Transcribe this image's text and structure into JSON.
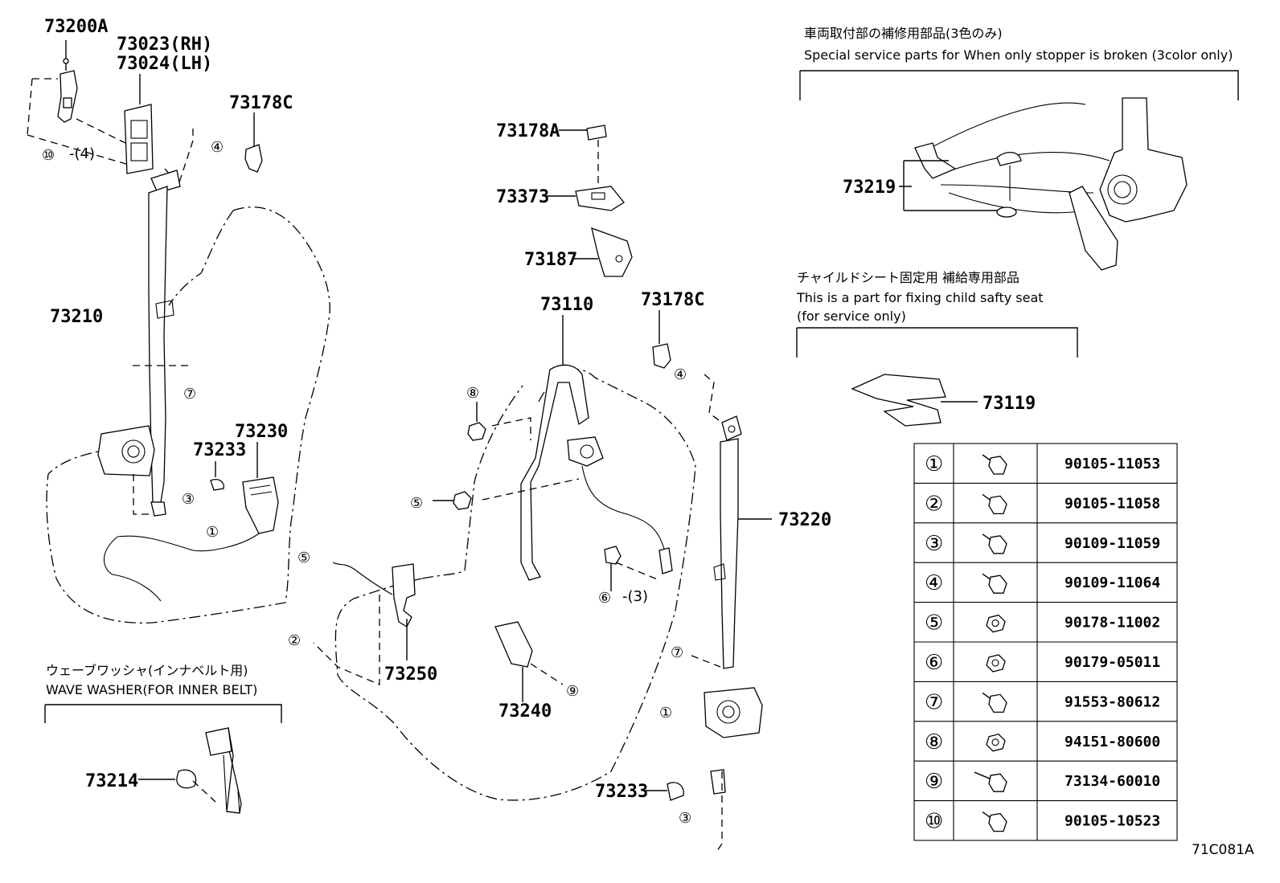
{
  "labels": {
    "p73200A": "73200A",
    "p73023": "73023(RH)",
    "p73024": "73024(LH)",
    "p73178C_a": "73178C",
    "p73210": "73210",
    "p73233_a": "73233",
    "p73230": "73230",
    "p73178A": "73178A",
    "p73373": "73373",
    "p73187": "73187",
    "p73110": "73110",
    "p73178C_b": "73178C",
    "p73220": "73220",
    "p73250": "73250",
    "p73240": "73240",
    "p73233_b": "73233",
    "p73214": "73214",
    "p73219": "73219",
    "p73119": "73119"
  },
  "callouts": {
    "c10": "⑩",
    "c10_qty": "-(4)",
    "c4a": "④",
    "c7a": "⑦",
    "c3a": "③",
    "c1a": "①",
    "c5a": "⑤",
    "c8": "⑧",
    "c5b": "⑤",
    "c4b": "④",
    "c6": "⑥",
    "c6_qty": "-(3)",
    "c2": "②",
    "c9": "⑨",
    "c7b": "⑦",
    "c1b": "①",
    "c3b": "③"
  },
  "notes": {
    "stopper_jp": "車両取付部の補修用部品(3色のみ)",
    "stopper_en": "Special service parts for When only stopper is broken (3color only)",
    "child_jp": "チャイルドシート固定用 補給専用部品",
    "child_en1": "This is a part for fixing child safty seat",
    "child_en2": "(for service only)",
    "wave_jp": "ウェーブワッシャ(インナベルト用)",
    "wave_en": "WAVE WASHER(FOR INNER BELT)"
  },
  "table": {
    "rows": [
      {
        "mark": "①",
        "part": "90105-11053"
      },
      {
        "mark": "②",
        "part": "90105-11058"
      },
      {
        "mark": "③",
        "part": "90109-11059"
      },
      {
        "mark": "④",
        "part": "90109-11064"
      },
      {
        "mark": "⑤",
        "part": "90178-11002"
      },
      {
        "mark": "⑥",
        "part": "90179-05011"
      },
      {
        "mark": "⑦",
        "part": "91553-80612"
      },
      {
        "mark": "⑧",
        "part": "94151-80600"
      },
      {
        "mark": "⑨",
        "part": "73134-60010"
      },
      {
        "mark": "⑩",
        "part": "90105-10523"
      }
    ]
  },
  "diagram_ref": "71C081A"
}
